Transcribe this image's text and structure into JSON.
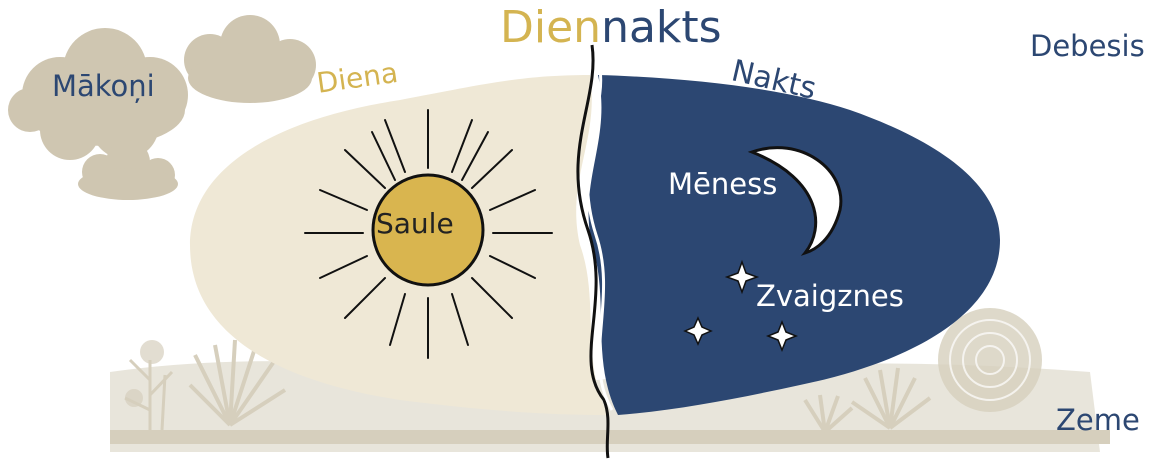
{
  "title": {
    "day_part": "Dien",
    "night_part": "nakts"
  },
  "labels": {
    "clouds": "Mākoņi",
    "sky": "Debesis",
    "day": "Diena",
    "night": "Nakts",
    "sun": "Saule",
    "moon": "Mēness",
    "stars": "Zvaigznes",
    "earth": "Zeme"
  },
  "colors": {
    "day_fill": "#efe8d6",
    "night_fill": "#2c4772",
    "sun": "#d9b54f",
    "clouds": "#cfc6b1",
    "ground": "#d6cfbd",
    "day_text": "#d4b451",
    "night_text": "#2c4772"
  }
}
